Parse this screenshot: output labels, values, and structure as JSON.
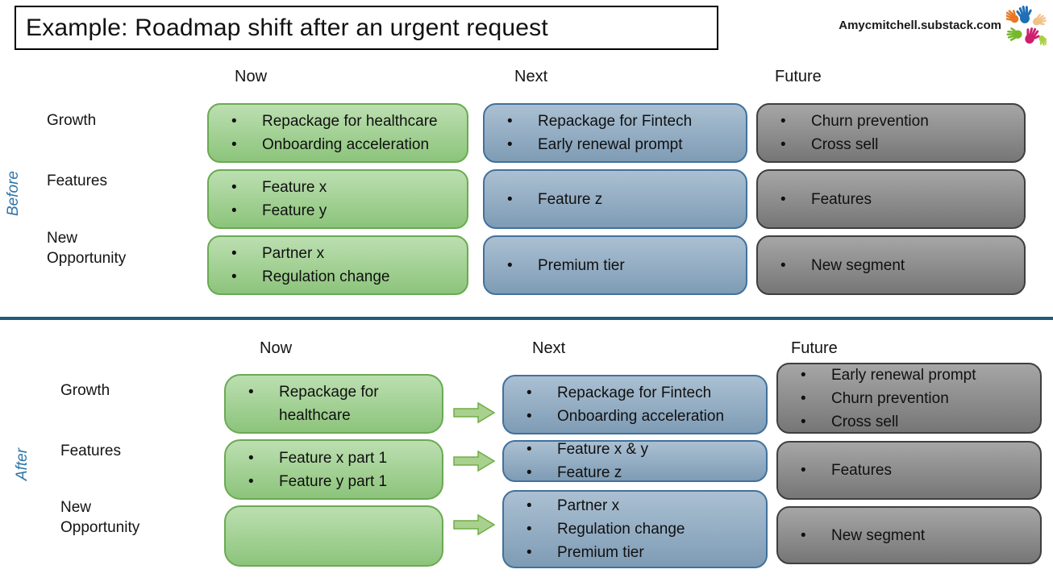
{
  "slide": {
    "title": "Example: Roadmap shift after an urgent request",
    "attribution": "Amycmitchell.substack.com"
  },
  "colors": {
    "green_box_fill": "#9fce8f",
    "green_box_border": "#6aaa52",
    "blue_box_fill": "#8fa9c0",
    "blue_box_border": "#41719c",
    "gray_box_fill": "#8c8c8c",
    "gray_box_border": "#3f3f3f",
    "arrow_fill": "#a9d18e",
    "arrow_border": "#70ad47",
    "section_label": "#2e75a8",
    "divider": "#1f5c78"
  },
  "before": {
    "label": "Before",
    "columns": [
      "Now",
      "Next",
      "Future"
    ],
    "rows": [
      "Growth",
      "Features",
      "New Opportunity"
    ],
    "cells": {
      "now": [
        [
          "Repackage for healthcare",
          "Onboarding acceleration"
        ],
        [
          "Feature x",
          "Feature y"
        ],
        [
          "Partner x",
          "Regulation change"
        ]
      ],
      "next": [
        [
          "Repackage for Fintech",
          "Early renewal prompt"
        ],
        [
          "Feature z"
        ],
        [
          "Premium tier"
        ]
      ],
      "future": [
        [
          "Churn prevention",
          "Cross sell"
        ],
        [
          "Features"
        ],
        [
          "New segment"
        ]
      ]
    }
  },
  "after": {
    "label": "After",
    "columns": [
      "Now",
      "Next",
      "Future"
    ],
    "rows": [
      "Growth",
      "Features",
      "New Opportunity"
    ],
    "cells": {
      "now": [
        [
          "Repackage for healthcare"
        ],
        [
          "Feature x part 1",
          "Feature y part 1"
        ],
        []
      ],
      "next": [
        [
          "Repackage for Fintech",
          "Onboarding acceleration"
        ],
        [
          "Feature x & y",
          "Feature z"
        ],
        [
          "Partner x",
          "Regulation change",
          "Premium tier"
        ]
      ],
      "future": [
        [
          "Early renewal prompt",
          "Churn prevention",
          "Cross sell"
        ],
        [
          "Features"
        ],
        [
          "New segment"
        ]
      ]
    }
  }
}
